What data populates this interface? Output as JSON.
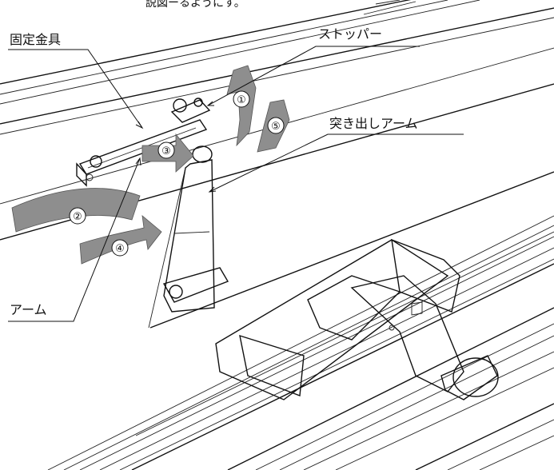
{
  "caption_fragment": "説図ーるようにす。",
  "labels": {
    "fixing_bracket": "固定金具",
    "stopper": "ストッパー",
    "extend_arm": "突き出しアーム",
    "arm": "アーム"
  },
  "steps": [
    "①",
    "②",
    "③",
    "④",
    "⑤"
  ],
  "colors": {
    "line": "#111111",
    "arrow_fill": "#8e8e8e",
    "background": "#ffffff"
  }
}
